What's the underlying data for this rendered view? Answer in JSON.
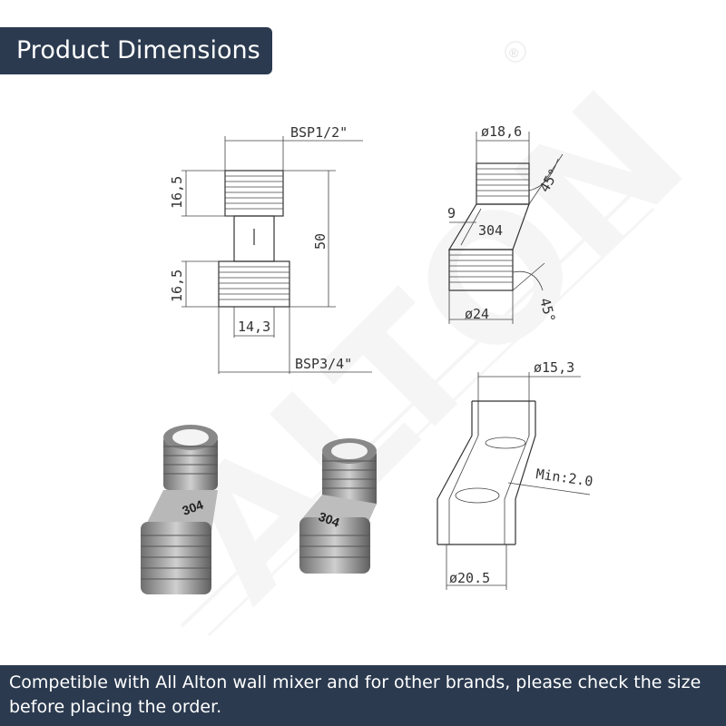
{
  "header": {
    "title": "Product Dimensions"
  },
  "footer": {
    "text": "Competible with All Alton wall mixer and for other brands, please check the size before placing the order."
  },
  "watermark": {
    "registered": "®"
  },
  "drawing1": {
    "top_thread": "BSP1/2\"",
    "bottom_thread": "BSP3/4\"",
    "top_height": "16,5",
    "bottom_height": "16,5",
    "total_length": "50",
    "inner_width": "14,3"
  },
  "drawing2": {
    "top_diameter": "ø18,6",
    "bottom_diameter": "ø24",
    "angle_top": "45°",
    "angle_bottom": "45°",
    "offset": "9",
    "material": "304"
  },
  "drawing3": {
    "top_diameter": "ø15,3",
    "bottom_diameter": "ø20.5",
    "wall": "Min:2.0"
  },
  "photos": {
    "label_left": "304",
    "label_right": "304"
  },
  "colors": {
    "banner": "#2b3a4f",
    "line": "#333333",
    "watermark": "#ececec"
  }
}
